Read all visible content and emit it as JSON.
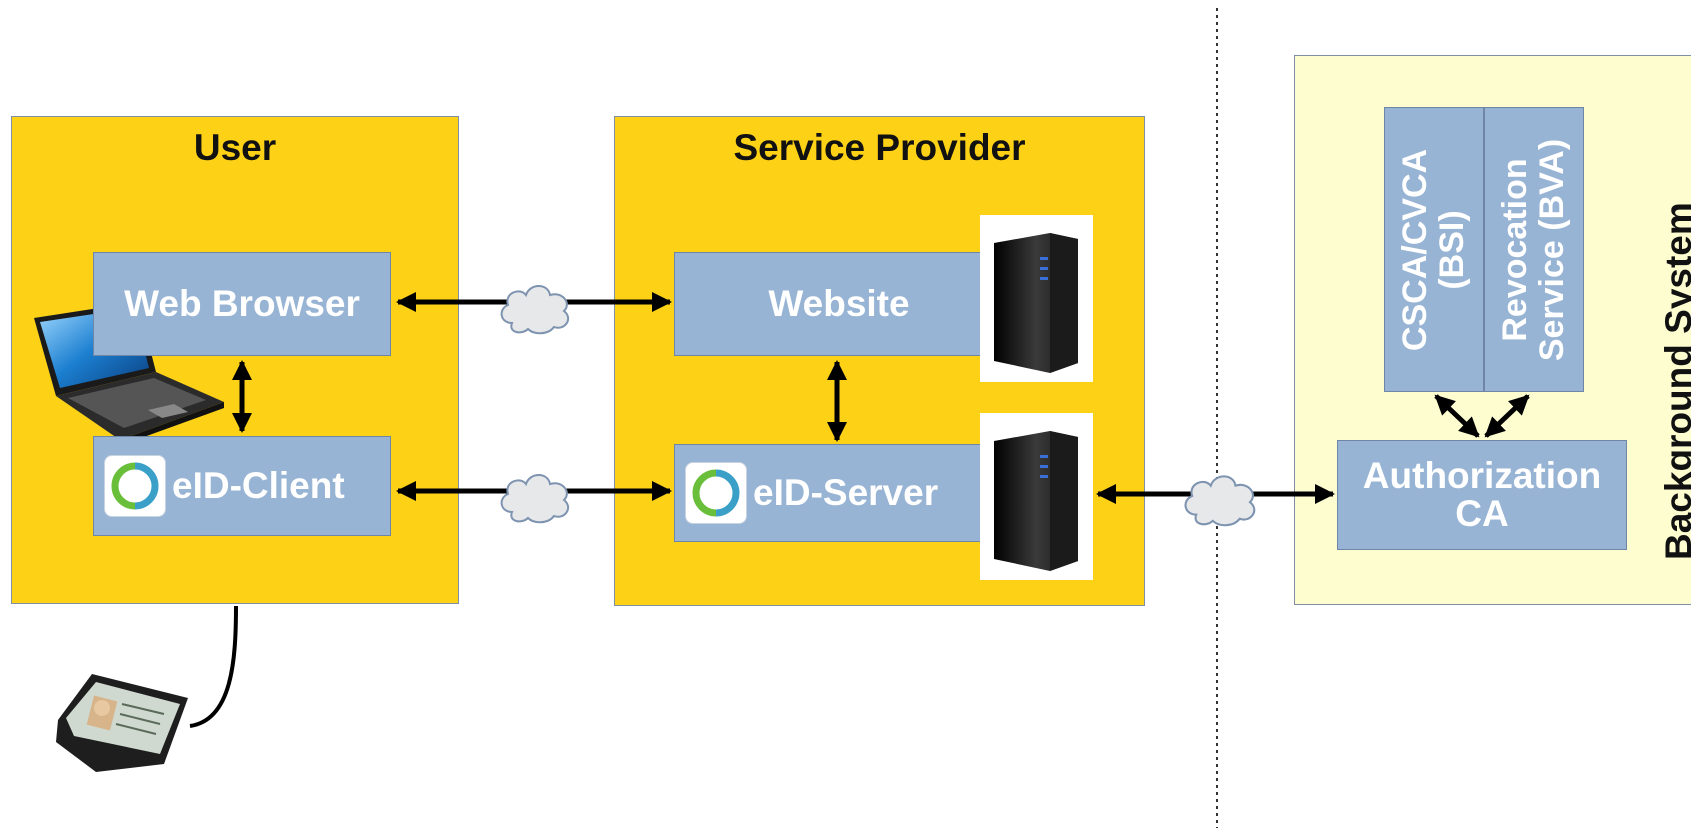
{
  "groups": {
    "user": {
      "title": "User"
    },
    "service_provider": {
      "title": "Service Provider"
    },
    "background_system": {
      "title": "Background System"
    }
  },
  "boxes": {
    "web_browser": "Web Browser",
    "eid_client": "eID-Client",
    "website": "Website",
    "eid_server": "eID-Server",
    "cscs_cvca": [
      "CSCA/CVCA",
      "(BSI)"
    ],
    "revocation": [
      "Revocation",
      "Service (BVA)"
    ],
    "authorization_ca": [
      "Authorization",
      "CA"
    ]
  },
  "icons": [
    "laptop-icon",
    "server-icon",
    "cloud-icon",
    "eid-logo-icon",
    "id-card-reader-icon"
  ],
  "colors": {
    "group_yellow": "#fcd116",
    "group_pale": "#fdfdd0",
    "box_blue": "#98b4d4",
    "box_border": "#6f86a6",
    "arrow": "#000000"
  }
}
